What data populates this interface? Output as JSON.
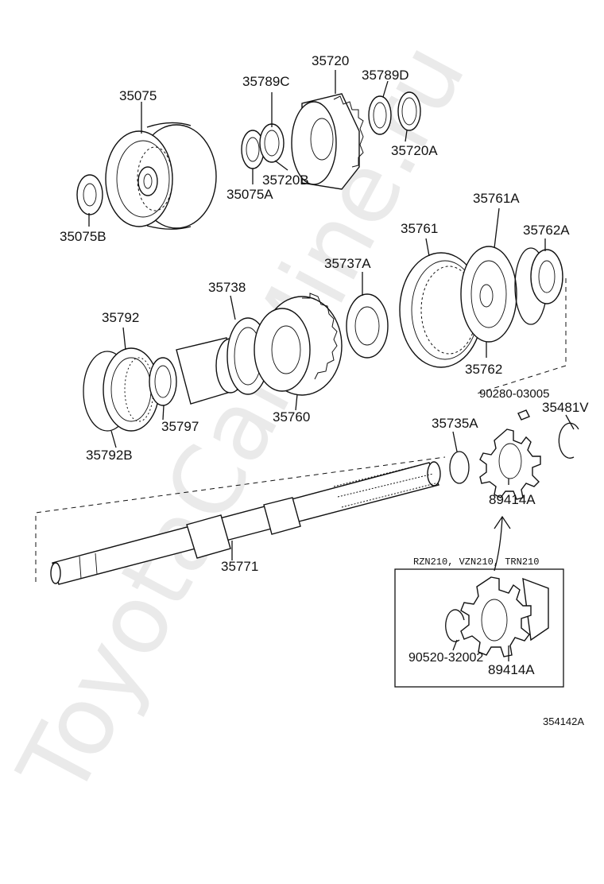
{
  "watermark": "ToyotaCarMine.ru",
  "diagram_ref": "354142A",
  "variant_box_label": "RZN210, VZN210, TRN210",
  "parts": {
    "p35075": "35075",
    "p35075B": "35075B",
    "p35789C": "35789C",
    "p35720": "35720",
    "p35789D": "35789D",
    "p35720A": "35720A",
    "p35720B": "35720B",
    "p35075A": "35075A",
    "p35761": "35761",
    "p35761A": "35761A",
    "p35762A": "35762A",
    "p35737A": "35737A",
    "p35738": "35738",
    "p35792": "35792",
    "p35762": "35762",
    "p90280": "90280-03005",
    "p35481V": "35481V",
    "p35735A": "35735A",
    "p35797": "35797",
    "p35760": "35760",
    "p35792B": "35792B",
    "p89414A": "89414A",
    "p35771": "35771",
    "p90520": "90520-32002",
    "p89414A_box": "89414A"
  }
}
